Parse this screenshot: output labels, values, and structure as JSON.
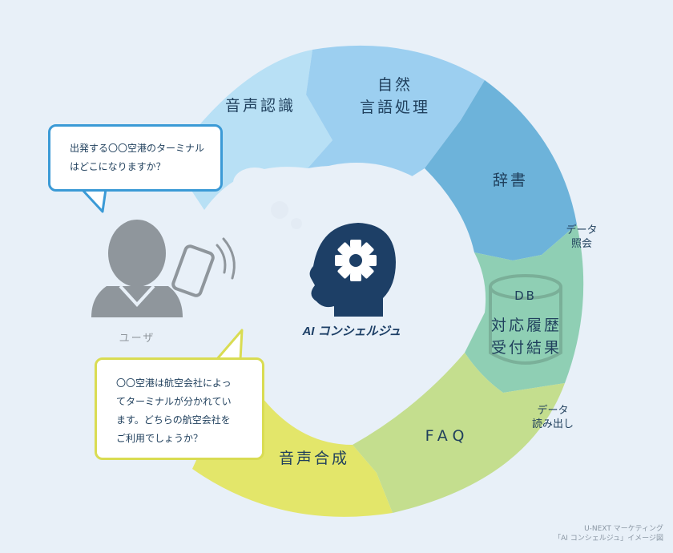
{
  "segments": {
    "voice_recognition": "音声認識",
    "nlp_line1": "自然",
    "nlp_line2": "言語処理",
    "dictionary": "辞書",
    "db_label": "DB",
    "db_line1": "対応履歴",
    "db_line2": "受付結果",
    "faq": "FAQ",
    "voice_synthesis": "音声合成"
  },
  "side_labels": {
    "data_lookup_line1": "データ",
    "data_lookup_line2": "照会",
    "data_read_line1": "データ",
    "data_read_line2": "読み出し"
  },
  "user_bubble": {
    "line1": "出発する〇〇空港のターミナル",
    "line2": "はどこになりますか？"
  },
  "ai_bubble": {
    "line1": "〇〇空港は航空会社によっ",
    "line2": "てターミナルが分かれてい",
    "line3": "ます。どちらの航空会社を",
    "line4": "ご利用でしょうか？"
  },
  "user_label": "ユーザ",
  "logo_text": "AI コンシェルジュ",
  "credit": {
    "line1": "U-NEXT マーケティング",
    "line2": "「AI コンシェルジュ」イメージ図"
  },
  "colors": {
    "background": "#e8f0f8",
    "voice_recognition": "#b8e0f5",
    "nlp": "#9ccff0",
    "dictionary": "#6db3da",
    "database": "#8fcfb4",
    "faq": "#c4de8e",
    "voice_synthesis": "#e3e66a",
    "navy": "#1d3f66",
    "user_icon": "#8f969c",
    "bubble_border_blue": "#3b9ad6",
    "bubble_border_yellow": "#d9dc52"
  }
}
